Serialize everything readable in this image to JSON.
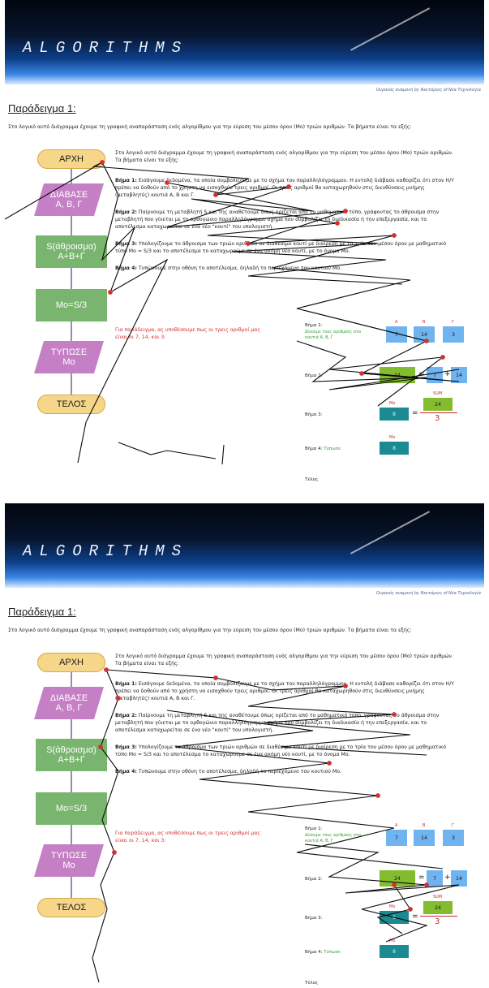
{
  "banner": {
    "title": "ALGORITHMS",
    "credit": "Ουρανός αναμονή by Νεκτάριος of Νέα Τεχνολογία"
  },
  "heading": "Παράδειγμα 1:",
  "intro": "Στο λογικό αυτό διάγραμμα έχουμε τη γραφική αναπαράσταση ενός αλγορίθμου για την εύρεση του μέσου όρου (Μο) τριών αριθμών. Τα βήματα είναι τα εξής:",
  "flow": [
    "ΑΡΧΗ",
    "ΔΙΑΒΑΣΕ\nΑ, Β, Γ",
    "S(άθροισμα)\nA+B+Γ",
    "Mo=S/3",
    "ΤΥΠΩΣΕ\nMo",
    "ΤΕΛΟΣ"
  ],
  "steps": {
    "intro": "Στο λογικό αυτό διάγραμμα έχουμε τη γραφική αναπαράσταση ενός αλγορίθμου για την εύρεση του μέσου όρου (Μο) τριών αριθμών. Τα βήματα είναι τα εξής:",
    "s1_label": "Βήμα 1:",
    "s1": "Εισάγουμε δεδομένα, τα οποία συμβολίζουμε με το σχήμα του παραλληλόγραμμου. Η εντολή διάβασε καθορίζει ότι στον Η/Υ πρέπει να δοθούν από το χρήστη να εισαχθούν τρεις αριθμοί. Οι τρεις αριθμοί θα καταχωρηθούν στις διευθύνσεις μνήμης (μεταβλητές) κουτιά Α, Β και Γ.",
    "s2_label": "Βήμα 2:",
    "s2": "Παίρνουμε τη μεταβλητή S και της αναθέτουμε όπως ορίζεται από το μαθηματικό τύπο, γράφοντας το άθροισμα στην μεταβλητή που γίνεται με το ορθογώνιο παραλληλόγραμμο σχήμα που συμβολίζει τη διαδικασία ή την επεξεργασία, και το αποτέλεσμα καταχωρείται σε ένα νέο \"κουτί\" του υπολογιστή.",
    "s3_label": "Βήμα 3:",
    "s3": "Υπολογίζουμε το άθροισμα των τριών αριθμών σε διαθέσιμο κουτί με διαίρεση με το τρία του μέσου όρου με μαθηματικό τύπο Mo = S/3 και το αποτέλεσμα το καταχωρούμε σε ένα ακόμη νέο κουτί, με το όνομα Mo.",
    "s4_label": "Βήμα 4:",
    "s4": "Τυπώνουμε στην οθόνη το αποτέλεσμα, δηλαδή το περιεχόμενο του κουτιού Mo."
  },
  "note": "Για παράδειγμα, ας υποθέσουμε πως οι τρεις αριθμοί μας είναι οι 7, 14, και 3:",
  "diagram": {
    "step1": "Βήμα 1:",
    "step1_green": "Δίνουμε τους αριθμούς στα κουτιά Α, Β, Γ",
    "step2": "Βήμα 2:",
    "step3": "Βήμα 3:",
    "step4": "Βήμα 4:",
    "step4_green": "Τύπωσε",
    "end": "Τέλος",
    "caps": {
      "a": "Α",
      "b": "Β",
      "g": "Γ",
      "sum": "SUM",
      "mo": "Mo"
    },
    "values": {
      "a": "7",
      "b": "14",
      "g": "3",
      "sum": "24",
      "mo": "8",
      "den": "3"
    },
    "ops": {
      "eq": "=",
      "plus": "+"
    }
  },
  "colors": {
    "accent_red": "#d23131",
    "flow_terminal": "#f6d78a",
    "flow_io": "#c57fc5",
    "flow_process": "#79b56e",
    "box_blue": "#6fb3ef",
    "box_green": "#84bc2f",
    "box_teal": "#1b8a93"
  }
}
